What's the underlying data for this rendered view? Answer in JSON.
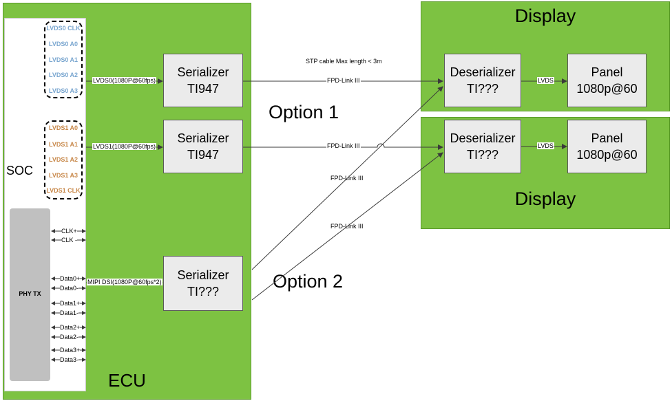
{
  "ecu": {
    "label": "ECU"
  },
  "soc": {
    "label": "SOC"
  },
  "lvds0_pins": [
    "LVDS0 CLK",
    "LVDS0 A0",
    "LVDS0 A1",
    "LVDS0 A2",
    "LVDS0 A3"
  ],
  "lvds1_pins": [
    "LVDS1 A0",
    "LVDS1 A1",
    "LVDS1 A2",
    "LVDS1 A3",
    "LVDS1 CLK"
  ],
  "phy": {
    "label": "PHY TX",
    "pins": [
      "CLK+",
      "CLK -",
      "Data0+",
      "Data0-",
      "Data1+",
      "Data1-",
      "Data2+",
      "Data2-",
      "Data3+",
      "Data3-"
    ]
  },
  "serializers": [
    {
      "line1": "Serializer",
      "line2": "TI947"
    },
    {
      "line1": "Serializer",
      "line2": "TI947"
    },
    {
      "line1": "Serializer",
      "line2": "TI???"
    }
  ],
  "links": {
    "lvds0": "LVDS0(1080P@60fps)",
    "lvds1": "LVDS1(1080P@60fps)",
    "mipi": "MIPI DSI(1080P@60fps*2)",
    "stp": "STP cable Max length < 3m",
    "fpd": "FPD-Link III",
    "lvds": "LVDS"
  },
  "options": {
    "option1": "Option 1",
    "option2": "Option 2"
  },
  "displays": [
    {
      "title": "Display",
      "deser_line1": "Deserializer",
      "deser_line2": "TI???",
      "panel_line1": "Panel",
      "panel_line2": "1080p@60"
    },
    {
      "title": "Display",
      "deser_line1": "Deserializer",
      "deser_line2": "TI???",
      "panel_line1": "Panel",
      "panel_line2": "1080p@60"
    }
  ]
}
